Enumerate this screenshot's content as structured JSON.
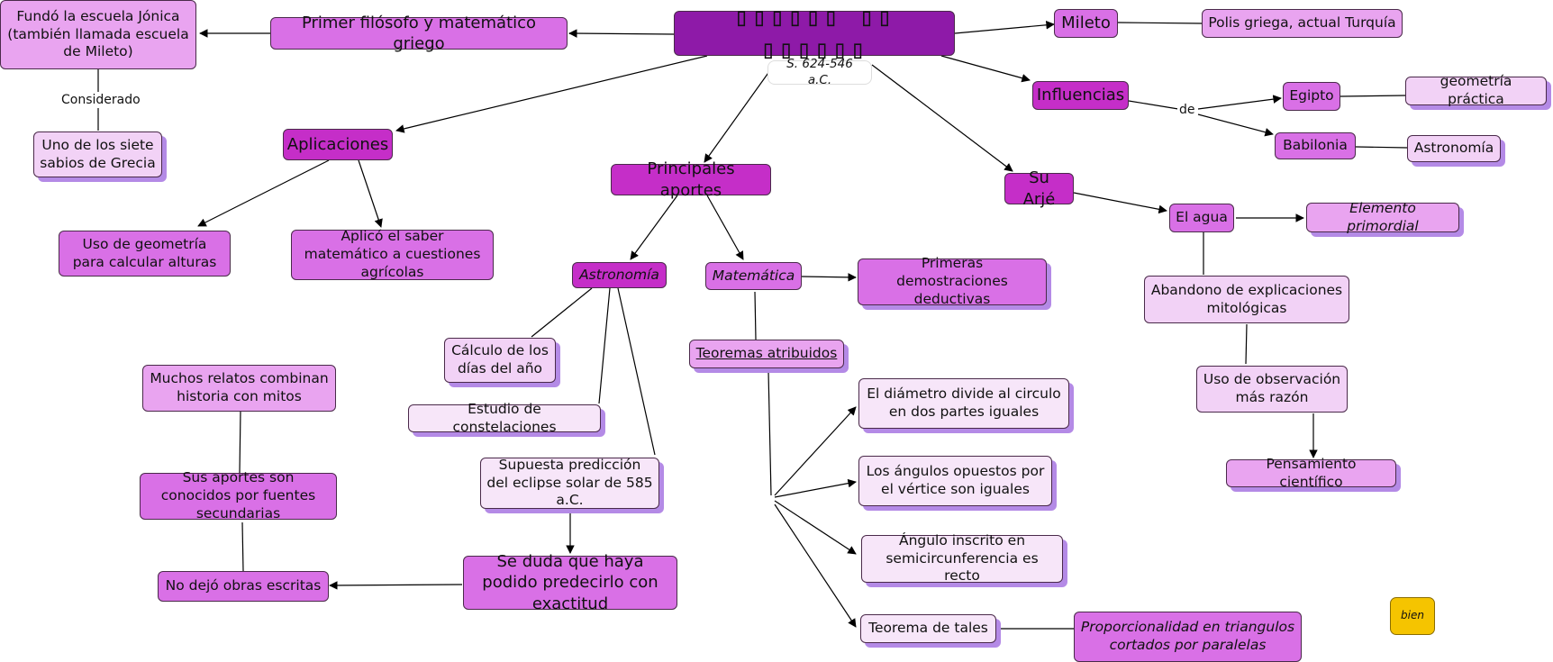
{
  "title": "▯▯▯▯▯▯ ▯▯ ▯▯▯▯▯▯",
  "date": "S. 624-546 a.C.",
  "nodes": {
    "primer": "Primer filósofo y matemático griego",
    "fundo": "Fundó la escuela Jónica (también llamada escuela de Mileto)",
    "sabios": "Uno de los siete sabios de Grecia",
    "mileto": "Mileto",
    "polis": "Polis griega, actual Turquía",
    "influencias": "Influencias",
    "egipto": "Egipto",
    "geometria_practica": "geometría práctica",
    "babilonia": "Babilonia",
    "astronomia_inf": "Astronomía",
    "aplicaciones": "Aplicaciones",
    "uso_geometria": "Uso de geometría para calcular alturas",
    "aplico": "Aplicó el saber matemático a cuestiones agrícolas",
    "principales": "Principales aportes",
    "astronomia": "Astronomía",
    "matematica": "Matemática",
    "calculo": "Cálculo de los días del año",
    "constelaciones": "Estudio de constelaciones",
    "eclipse": "Supuesta predicción del eclipse solar de 585 a.C.",
    "duda": "Se duda que haya podido predecirlo con exactitud",
    "relatos": "Muchos relatos combinan historia con mitos",
    "fuentes": "Sus aportes son conocidos por fuentes secundarias",
    "no_dejo": "No dejó obras escritas",
    "demostraciones": "Primeras demostraciones deductivas",
    "teoremas": "Teoremas atribuidos",
    "diametro": "El diámetro divide al circulo en dos partes iguales",
    "angulos": "Los ángulos opuestos por el vértice son iguales",
    "inscrito": "Ángulo inscrito en semicircunferencia es recto",
    "teorema_tales": "Teorema de tales",
    "proporcionalidad": "Proporcionalidad en triangulos cortados por paralelas",
    "su_arje": "Su Arjé",
    "agua": "El agua",
    "elemento": "Elemento primordial",
    "abandono": "Abandono de explicaciones mitológicas",
    "observacion": "Uso de observación más razón",
    "pensamiento": "Pensamiento científico",
    "bien": "bien"
  },
  "link_labels": {
    "considerado": "Considerado",
    "de": "de"
  },
  "colors": {
    "root": "#8e1aa8",
    "level1": "#c52ec8",
    "level2": "#d970e6",
    "level3": "#e9a4f0",
    "level4": "#f2d2f6",
    "level5": "#f7e6f9",
    "shadow": "#b48ae6",
    "note": "#f5c400"
  }
}
